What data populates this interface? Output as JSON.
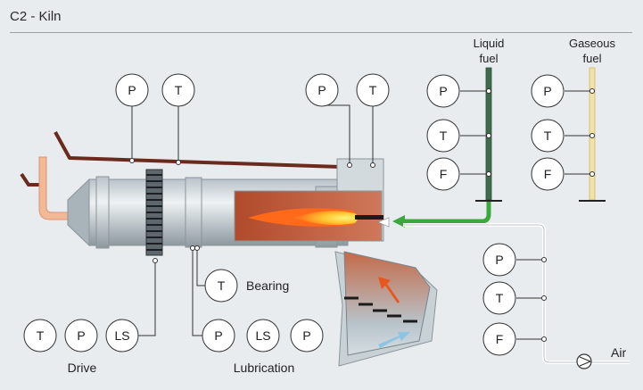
{
  "title": "C2 - Kiln",
  "fuel_labels": {
    "liquid_line1": "Liquid",
    "liquid_line2": "fuel",
    "gaseous_line1": "Gaseous",
    "gaseous_line2": "fuel"
  },
  "group_labels": {
    "bearing": "Bearing",
    "drive": "Drive",
    "lubrication": "Lubrication",
    "air": "Air"
  },
  "sensors": {
    "kiln_top_left_p": "P",
    "kiln_top_left_t": "T",
    "burner_top_p": "P",
    "burner_top_t": "T",
    "liquid_p": "P",
    "liquid_t": "T",
    "liquid_f": "F",
    "gaseous_p": "P",
    "gaseous_t": "T",
    "gaseous_f": "F",
    "air_p": "P",
    "air_t": "T",
    "air_f": "F",
    "bearing_t": "T",
    "drive_t": "T",
    "drive_p": "P",
    "drive_ls": "LS",
    "lub_p1": "P",
    "lub_ls": "LS",
    "lub_p2": "P"
  },
  "colors": {
    "background": "#e8ecee",
    "liquid_fuel_line": "#3e6b4a",
    "gaseous_fuel_line": "#f3e2a6",
    "air_line": "#ffffff",
    "green_feed": "#3aa83a",
    "flame_outer": "#ff6a1a",
    "flame_inner": "#ffd23a",
    "duct": "#6b2a1e",
    "chute": "#f3b896"
  }
}
